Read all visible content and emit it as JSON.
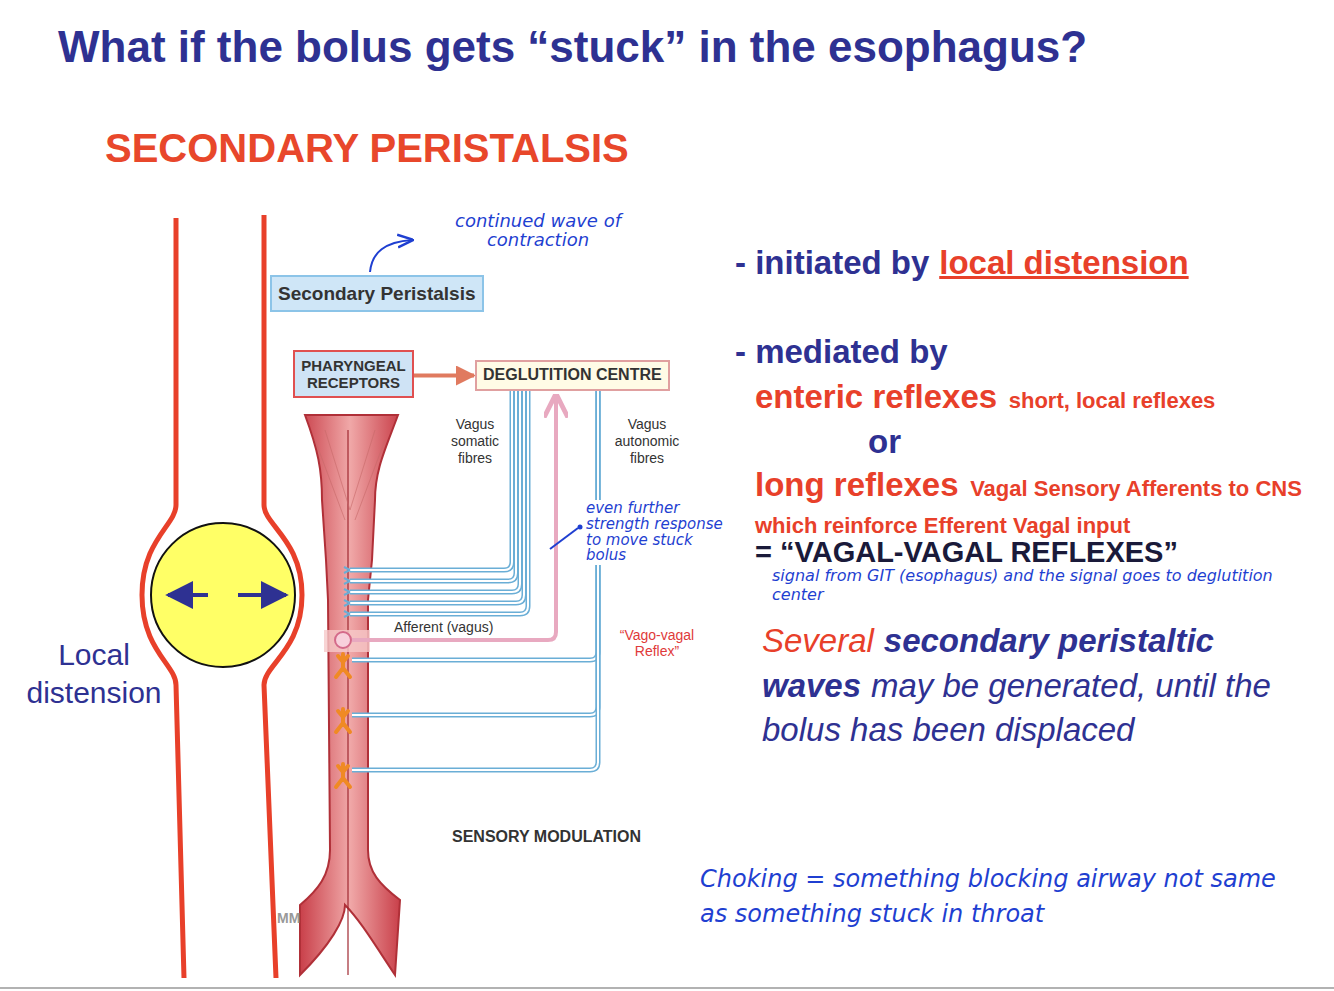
{
  "diagram": {
    "title": "What if the bolus gets “stuck” in the esophagus?",
    "nodes": [
      {
        "text": [
          "Secondary Peristalsis"
        ]
      },
      {
        "text": [
          "PHARYNGEAL RECEPTORS"
        ]
      },
      {
        "text": [
          "DEGLUTITION CENTRE"
        ]
      }
    ],
    "edges": [
      {
        "from": 1,
        "to": 2,
        "arrow": "to"
      }
    ],
    "labels": [
      "SECONDARY PERISTALSIS",
      "continued wave of contraction",
      "Vagus somatic fibres",
      "Vagus autonomic fibres",
      "even further strength response to move stuck bolus",
      "Afferent (vagus)",
      "“Vago-vagal Reflex”",
      "Local distension",
      "SENSORY MODULATION",
      "MM",
      "- initiated by",
      "local distension",
      "- mediated by",
      "enteric reflexes",
      "short, local reflexes",
      "or",
      "long reflexes",
      "Vagal Sensory Afferents to CNS which reinforce Efferent Vagal input",
      "= “VAGAL-VAGAL REFLEXES”",
      "signal from GIT (esophagus) and the signal goes to deglutition center",
      "Several",
      "secondary peristaltic waves",
      "may be generated, until the bolus has been displaced",
      "Choking = something blocking airway not same as something stuck in throat"
    ]
  }
}
